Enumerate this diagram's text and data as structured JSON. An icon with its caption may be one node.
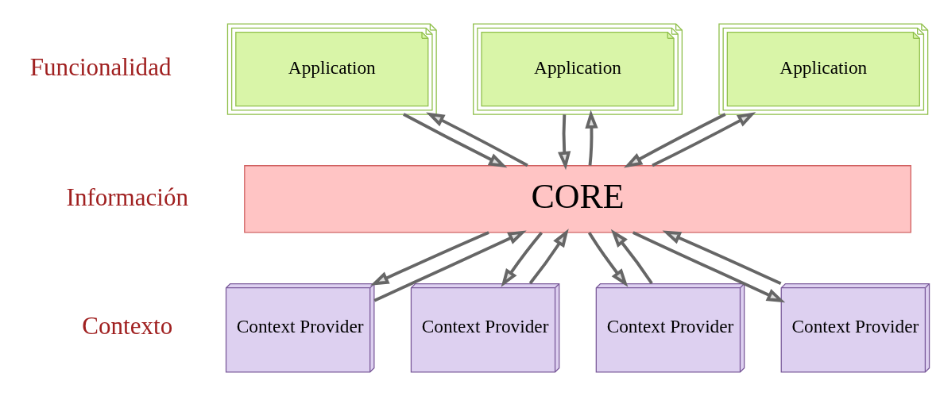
{
  "diagram": {
    "nodes": [
      {
        "text": [
          "Application"
        ]
      },
      {
        "text": [
          "Application"
        ]
      },
      {
        "text": [
          "Application"
        ]
      },
      {
        "text": [
          "CORE"
        ]
      },
      {
        "text": [
          "Context Provider"
        ]
      },
      {
        "text": [
          "Context Provider"
        ]
      },
      {
        "text": [
          "Context Provider"
        ]
      },
      {
        "text": [
          "Context Provider"
        ]
      }
    ],
    "edges": [
      {
        "from": 0,
        "to": 3,
        "arrow": "to"
      },
      {
        "from": 3,
        "to": 0,
        "arrow": "to"
      },
      {
        "from": 1,
        "to": 3,
        "arrow": "to"
      },
      {
        "from": 3,
        "to": 1,
        "arrow": "to"
      },
      {
        "from": 2,
        "to": 3,
        "arrow": "to"
      },
      {
        "from": 3,
        "to": 2,
        "arrow": "to"
      },
      {
        "from": 3,
        "to": 4,
        "arrow": "to"
      },
      {
        "from": 4,
        "to": 3,
        "arrow": "to"
      },
      {
        "from": 3,
        "to": 5,
        "arrow": "to"
      },
      {
        "from": 5,
        "to": 3,
        "arrow": "to"
      },
      {
        "from": 3,
        "to": 6,
        "arrow": "to"
      },
      {
        "from": 6,
        "to": 3,
        "arrow": "to"
      },
      {
        "from": 3,
        "to": 7,
        "arrow": "to"
      },
      {
        "from": 7,
        "to": 3,
        "arrow": "to"
      }
    ],
    "labels": [
      "Funcionalidad",
      "Información",
      "Contexto"
    ]
  }
}
